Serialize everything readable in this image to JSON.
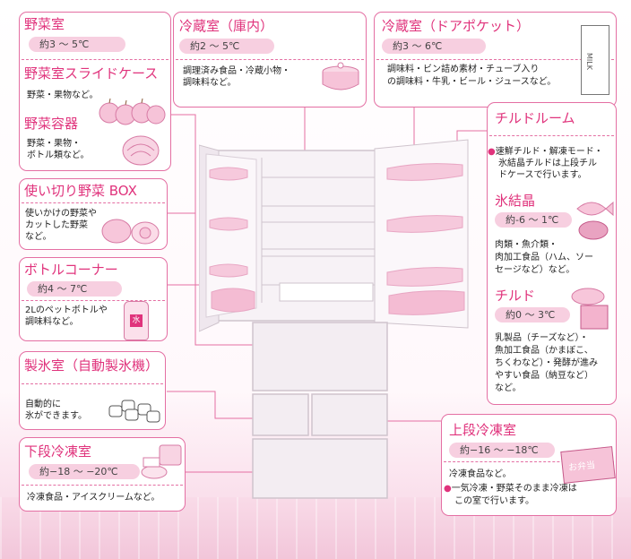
{
  "colors": {
    "accent": "#e0337c",
    "border": "#e46fa3",
    "pill": "#f7cfe0",
    "fridge": "#f3edf2"
  },
  "sections": {
    "vegetable_room": {
      "title": "野菜室",
      "temp": "約3 ～ 5℃"
    },
    "slide_case": {
      "title": "野菜室スライドケース",
      "desc": "野菜・果物など。"
    },
    "vegetable_container": {
      "title": "野菜容器",
      "desc": [
        "野菜・果物・",
        "ボトル類など。"
      ]
    },
    "fridge_inner": {
      "title": "冷蔵室（庫内）",
      "temp": "約2 ～ 5℃",
      "desc": [
        "調理済み食品・冷蔵小物・",
        "調味料など。"
      ]
    },
    "fridge_door": {
      "title": "冷蔵室（ドアポケット）",
      "temp": "約3 ～ 6℃",
      "desc": [
        "調味料・ビン詰め素材・チューブ入り",
        "の調味料・牛乳・ビール・ジュースなど。"
      ],
      "milk_label": "MILK"
    },
    "leftover_box": {
      "title": "使い切り野菜 BOX",
      "desc": [
        "使いかけの野菜や",
        "カットした野菜",
        "など。"
      ]
    },
    "bottle_corner": {
      "title": "ボトルコーナー",
      "temp": "約4 ～ 7℃",
      "desc": [
        "2Lのペットボトルや",
        "調味料など。"
      ],
      "bottle_label": "水"
    },
    "chilled_room": {
      "title": "チルドルーム",
      "note": [
        "速鮮チルド・解凍モード・",
        "氷結晶チルドは上段チル",
        "ドケースで行います。"
      ]
    },
    "ice_crystal": {
      "title": "氷結晶",
      "temp": "約-6 ～ 1℃",
      "desc": [
        "肉類・魚介類・",
        "肉加工食品（ハム、ソー",
        "セージなど）など。"
      ]
    },
    "chilled": {
      "title": "チルド",
      "temp": "約0 ～ 3℃",
      "desc": [
        "乳製品（チーズなど）・",
        "魚加工食品（かまぼこ、",
        "ちくわなど）・発酵が進み",
        "やすい食品（納豆など）",
        "など。"
      ]
    },
    "ice_maker": {
      "title": "製氷室（自動製氷機）",
      "desc": [
        "自動的に",
        "氷ができます。"
      ]
    },
    "upper_freezer": {
      "title": "上段冷凍室",
      "temp": "約−16 ～ −18℃",
      "desc": "冷凍食品など。",
      "note": [
        "一気冷凍・野菜そのまま冷凍は",
        "この室で行います。"
      ],
      "bento_label": "お弁当"
    },
    "lower_freezer": {
      "title": "下段冷凍室",
      "temp": "約−18 ～ −20℃",
      "desc": "冷凍食品・アイスクリームなど。"
    }
  }
}
